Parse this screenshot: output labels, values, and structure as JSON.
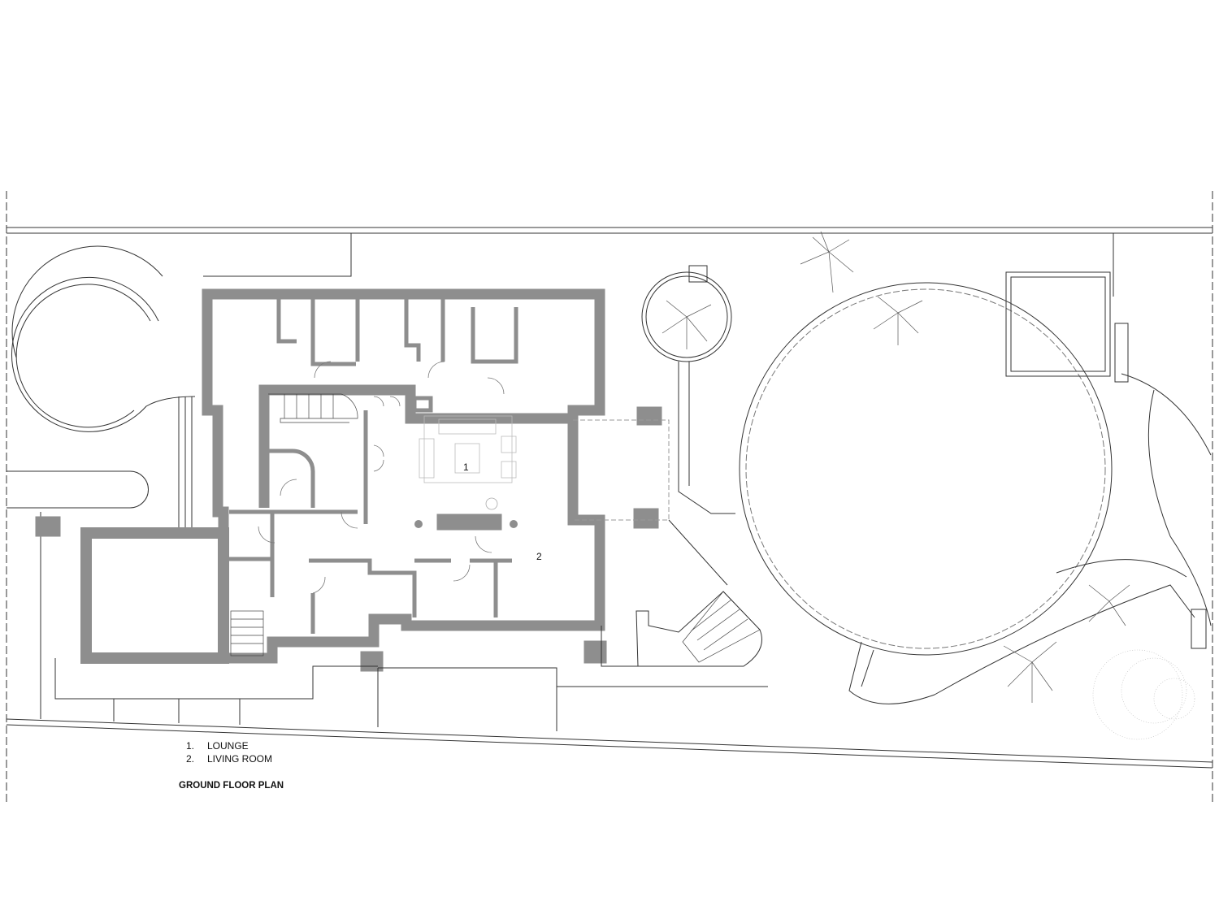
{
  "plan": {
    "title": "GROUND FLOOR PLAN",
    "room_tags": [
      {
        "number": "1"
      },
      {
        "number": "2"
      }
    ],
    "legend": [
      {
        "number": "1.",
        "label": "LOUNGE"
      },
      {
        "number": "2.",
        "label": "LIVING ROOM"
      }
    ]
  },
  "colors": {
    "wall_fill": "#8e8e8e",
    "line": "#333333",
    "light_line": "#aaaaaa"
  }
}
